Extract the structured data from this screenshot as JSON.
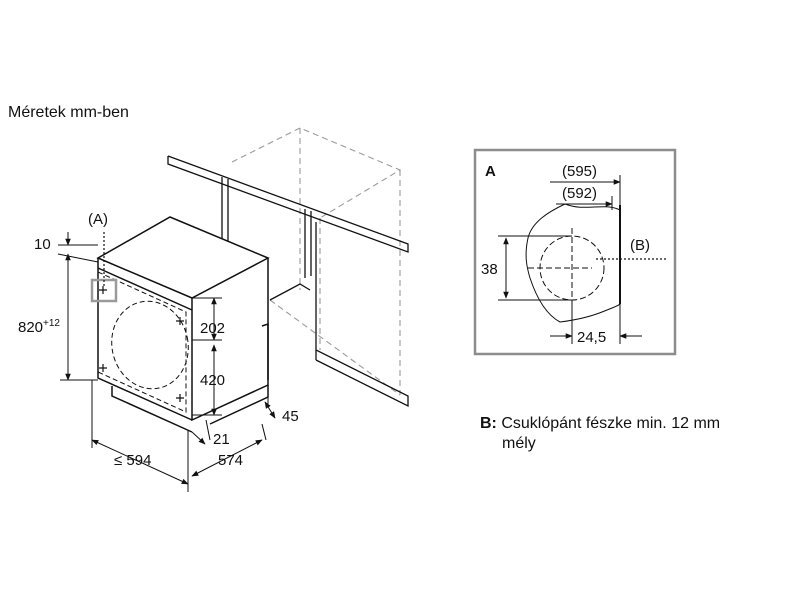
{
  "caption": "Méretek mm-ben",
  "main_view": {
    "marker_a": "(A)",
    "dim_top_offset": "10",
    "dim_height": "820",
    "dim_height_tolerance": "+12",
    "dim_upper_hinge": "202",
    "dim_lower_hinge": "420",
    "dim_bottom_gap": "21",
    "dim_plinth": "45",
    "dim_niche_width": "≤ 594",
    "dim_depth": "574"
  },
  "detail_a": {
    "title": "A",
    "dim_outer": "(595)",
    "dim_inner": "(592)",
    "dim_hinge_diameter": "38",
    "marker_b": "(B)",
    "dim_hinge_offset": "24,5"
  },
  "note": {
    "key": "B:",
    "line1": "Csuklópánt fészke min. 12 mm",
    "line2": "mély"
  },
  "colors": {
    "line": "#111111",
    "frame": "#9a9a9a",
    "detail_box": "#8c8c8c"
  }
}
